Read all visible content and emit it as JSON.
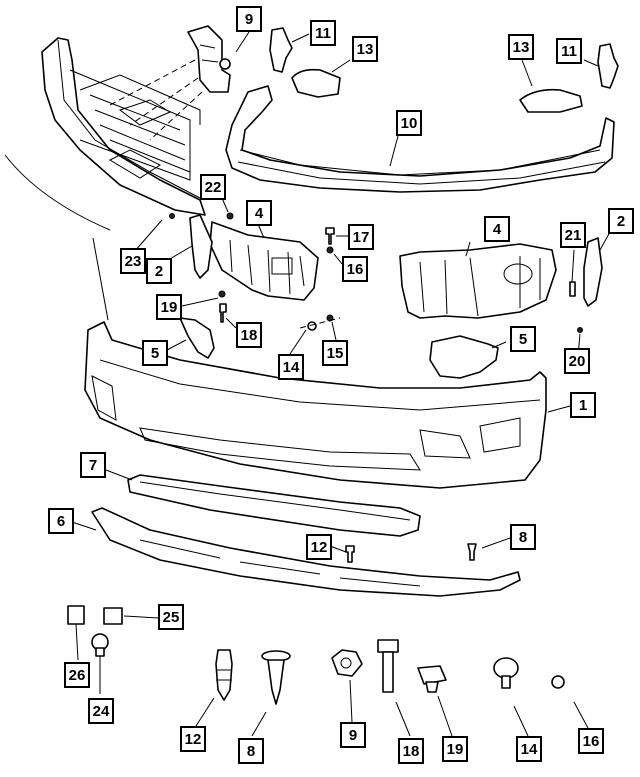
{
  "callouts": {
    "c1": "1",
    "c2a": "2",
    "c2b": "2",
    "c4a": "4",
    "c4b": "4",
    "c5a": "5",
    "c5b": "5",
    "c6": "6",
    "c7": "7",
    "c8a": "8",
    "c8b": "8",
    "c9a": "9",
    "c9b": "9",
    "c10": "10",
    "c11a": "11",
    "c11b": "11",
    "c12a": "12",
    "c12b": "12",
    "c13a": "13",
    "c13b": "13",
    "c14a": "14",
    "c14b": "14",
    "c15": "15",
    "c16a": "16",
    "c16b": "16",
    "c17": "17",
    "c18a": "18",
    "c18b": "18",
    "c19a": "19",
    "c19b": "19",
    "c20": "20",
    "c21": "21",
    "c22": "22",
    "c23": "23",
    "c24": "24",
    "c25": "25",
    "c26": "26"
  }
}
